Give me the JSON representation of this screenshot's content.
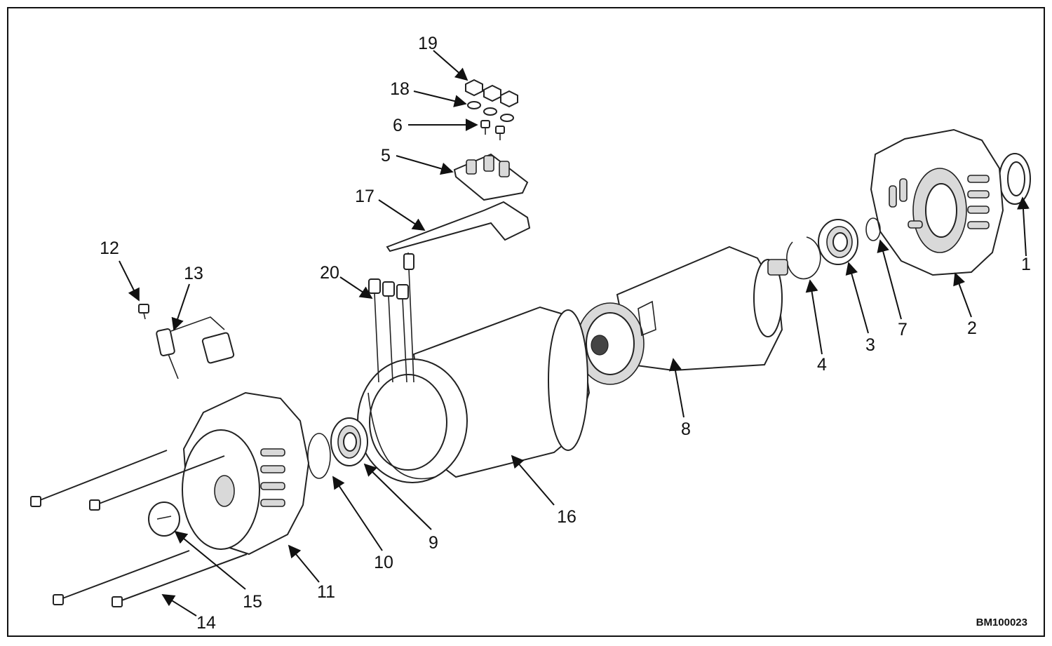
{
  "diagram": {
    "document_id": "BM100023",
    "callouts": [
      {
        "number": "1"
      },
      {
        "number": "2"
      },
      {
        "number": "3"
      },
      {
        "number": "4"
      },
      {
        "number": "5"
      },
      {
        "number": "6"
      },
      {
        "number": "7"
      },
      {
        "number": "8"
      },
      {
        "number": "9"
      },
      {
        "number": "10"
      },
      {
        "number": "11"
      },
      {
        "number": "12"
      },
      {
        "number": "13"
      },
      {
        "number": "14"
      },
      {
        "number": "15"
      },
      {
        "number": "16"
      },
      {
        "number": "17"
      },
      {
        "number": "18"
      },
      {
        "number": "19"
      },
      {
        "number": "20"
      }
    ]
  }
}
